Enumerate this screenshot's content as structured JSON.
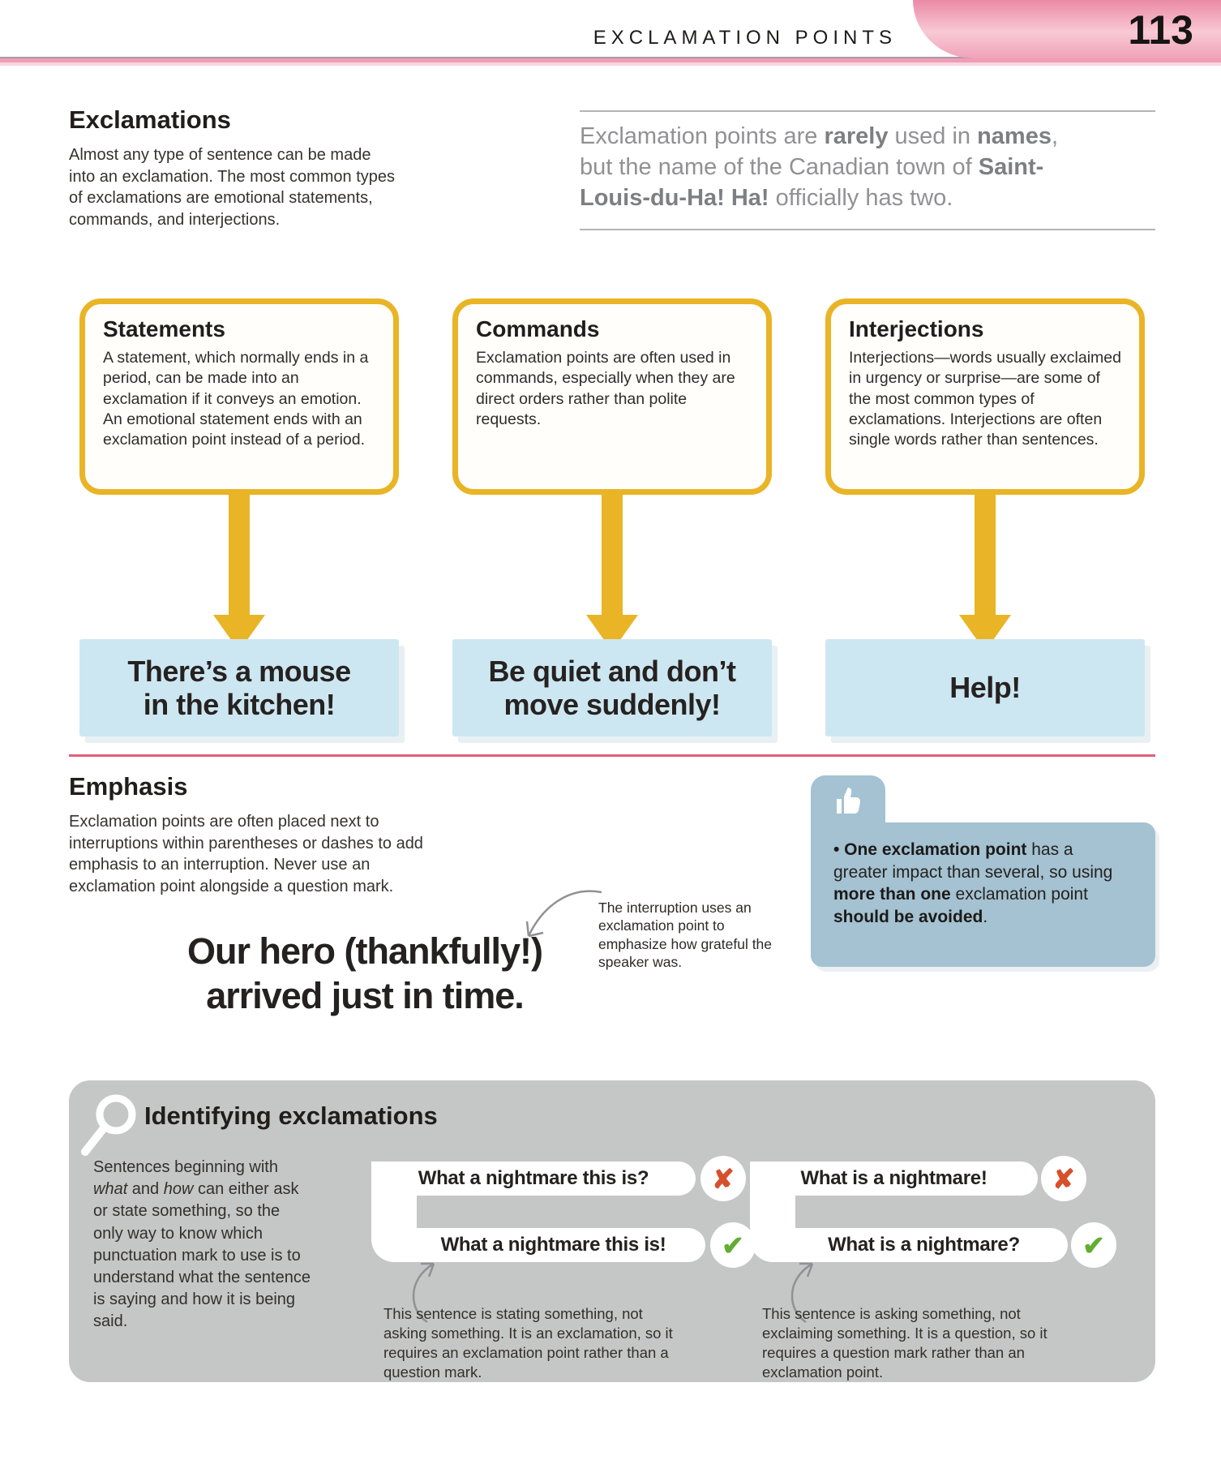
{
  "header": {
    "title": "EXCLAMATION POINTS",
    "page_number": "113"
  },
  "intro": {
    "heading": "Exclamations",
    "body": "Almost any type of sentence can be made into an exclamation. The most common types of exclamations are emotional statements, commands, and interjections."
  },
  "fact_callout": {
    "segments": [
      {
        "text": "Exclamation points are "
      },
      {
        "text": "rarely",
        "bold": true
      },
      {
        "text": " used in "
      },
      {
        "text": "names",
        "bold": true
      },
      {
        "text": ", but the name of the Canadian town of "
      },
      {
        "text": "Saint-Louis-du-Ha! Ha!",
        "bold": true
      },
      {
        "text": " officially has two."
      }
    ]
  },
  "type_cards": [
    {
      "heading": "Statements",
      "body": "A statement, which normally ends in a period, can be made into an exclamation if it conveys an emotion. An emotional statement ends with an exclamation point instead of a period.",
      "example_lines": [
        "There’s a mouse",
        "in the kitchen!"
      ]
    },
    {
      "heading": "Commands",
      "body": "Exclamation points are often used in commands, especially when they are direct orders rather than polite requests.",
      "example_lines": [
        "Be quiet and don’t",
        "move suddenly!"
      ]
    },
    {
      "heading": "Interjections",
      "body": "Interjections—words usually exclaimed in urgency or surprise—are some of the most common types of exclamations. Interjections are often single words rather than sentences.",
      "example_lines": [
        "Help!",
        ""
      ]
    }
  ],
  "emphasis": {
    "heading": "Emphasis",
    "body": "Exclamation points are often placed next to interruptions within parentheses or dashes to add emphasis to an interruption. Never use an exclamation point alongside a question mark.",
    "example_line1": "Our hero (thankfully!)",
    "example_line2": "arrived just in time.",
    "annotation": "The interruption uses an exclamation point to emphasize how grateful the speaker was."
  },
  "tip_callout": {
    "segments": [
      {
        "text": "• One exclamation point",
        "bold": true
      },
      {
        "text": " has a greater impact than several, so using "
      },
      {
        "text": "more than one",
        "bold": true
      },
      {
        "text": " exclamation point "
      },
      {
        "text": "should be avoided",
        "bold": true
      },
      {
        "text": "."
      }
    ]
  },
  "identify": {
    "heading": "Identifying exclamations",
    "intro_segments": [
      {
        "text": "Sentences beginning with "
      },
      {
        "text": "what",
        "italic": true
      },
      {
        "text": " and "
      },
      {
        "text": "how",
        "italic": true
      },
      {
        "text": " can either ask or state something, so the only way to know which punctuation mark to use is to understand what the sentence is saying and how it is being said."
      }
    ],
    "pairs": [
      {
        "wrong": "What a nightmare this is?",
        "right": "What a nightmare this is!",
        "note": "This sentence is stating something, not asking something. It is an exclamation, so it requires an exclamation point rather than a question mark."
      },
      {
        "wrong": "What is a nightmare!",
        "right": "What is a nightmare?",
        "note": "This sentence is asking something, not exclaiming something. It is a question, so it requires a question mark rather than an exclamation point."
      }
    ]
  },
  "icons": {
    "cross": "✘",
    "check": "✔"
  },
  "colors": {
    "accent_gold": "#e9b425",
    "divider_pink": "#e0607d",
    "header_pink": "#ee94ac",
    "example_blue": "#cde7f2",
    "tip_blue": "#a4c2d1",
    "panel_gray": "#c5c7c6",
    "wrong_red": "#d6502b",
    "right_green": "#61ae33"
  }
}
